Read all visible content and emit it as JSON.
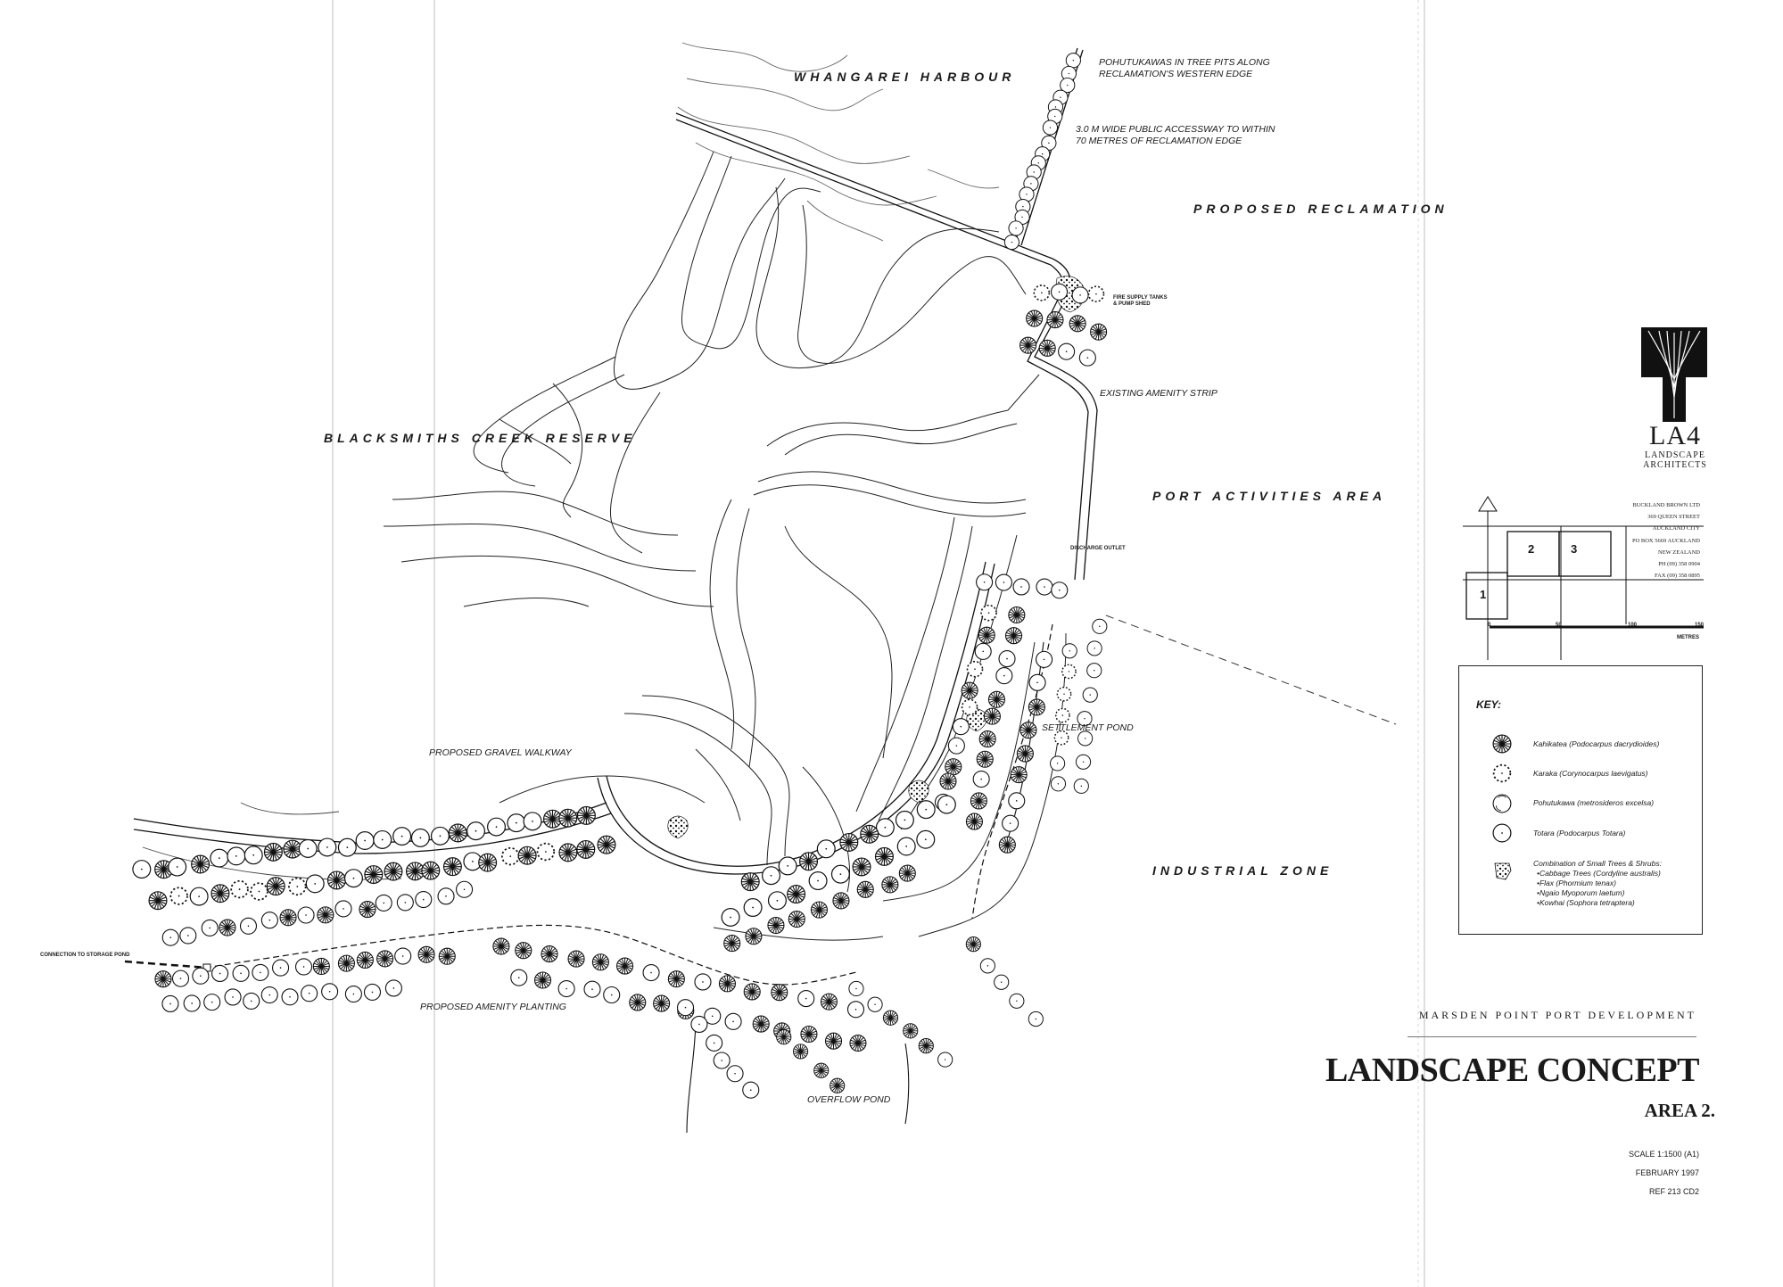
{
  "areas": {
    "harbour": "WHANGAREI HARBOUR",
    "reclamation": "PROPOSED RECLAMATION",
    "reserve": "BLACKSMITHS CREEK RESERVE",
    "port": "PORT ACTIVITIES AREA",
    "industrial": "INDUSTRIAL ZONE"
  },
  "annotations": {
    "pohutukawas": [
      "POHUTUKAWAS IN TREE PITS ALONG",
      "RECLAMATION'S WESTERN EDGE"
    ],
    "accessway": [
      "3.0 M WIDE PUBLIC ACCESSWAY TO WITHIN",
      "70 METRES OF RECLAMATION EDGE"
    ],
    "fire_supply": [
      "FIRE SUPPLY TANKS",
      "& PUMP SHED"
    ],
    "amenity_strip": "EXISTING AMENITY STRIP",
    "discharge": "DISCHARGE OUTLET",
    "settlement": "SETTLEMENT POND",
    "gravel": "PROPOSED GRAVEL WALKWAY",
    "connection": "CONNECTION TO STORAGE POND",
    "planting": "PROPOSED AMENITY PLANTING",
    "overflow": "OVERFLOW POND"
  },
  "logo": {
    "mark": "LA4",
    "line1": "LANDSCAPE",
    "line2": "ARCHITECTS"
  },
  "address": [
    "BUCKLAND BROWN LTD",
    "369 QUEEN STREET",
    "AUCKLAND CITY",
    "PO BOX 5669 AUCKLAND",
    "NEW ZEALAND",
    "PH (09) 358 0904",
    "FAX (09) 358 0895"
  ],
  "key_plan": {
    "sheets": [
      "1",
      "2",
      "3"
    ],
    "scale_ticks": [
      "0",
      "50",
      "100",
      "150"
    ],
    "scale_unit": "METRES"
  },
  "legend": {
    "title": "KEY:",
    "items": [
      {
        "symbol": "kahikatea-icon",
        "label": "Kahikatea (Podocarpus dacrydioides)"
      },
      {
        "symbol": "karaka-icon",
        "label": "Karaka (Corynocarpus laevigatus)"
      },
      {
        "symbol": "pohutukawa-icon",
        "label": "Pohutukawa (metrosideros excelsa)"
      },
      {
        "symbol": "totara-icon",
        "label": "Totara (Podocarpus Totara)"
      }
    ],
    "combo_title": "Combination of Small Trees & Shrubs:",
    "combo_items": [
      "•Cabbage Trees (Cordyline australis)",
      "•Flax (Phormium tenax)",
      "•Ngaio Myoporum laetum)",
      "•Kowhai (Sophora tetraptera)"
    ]
  },
  "title_block": {
    "project": "MARSDEN POINT PORT DEVELOPMENT",
    "title": "LANDSCAPE CONCEPT",
    "area": "AREA 2.",
    "scale": "SCALE 1:1500 (A1)",
    "date": "FEBRUARY 1997",
    "ref": "REF 213 CD2"
  }
}
